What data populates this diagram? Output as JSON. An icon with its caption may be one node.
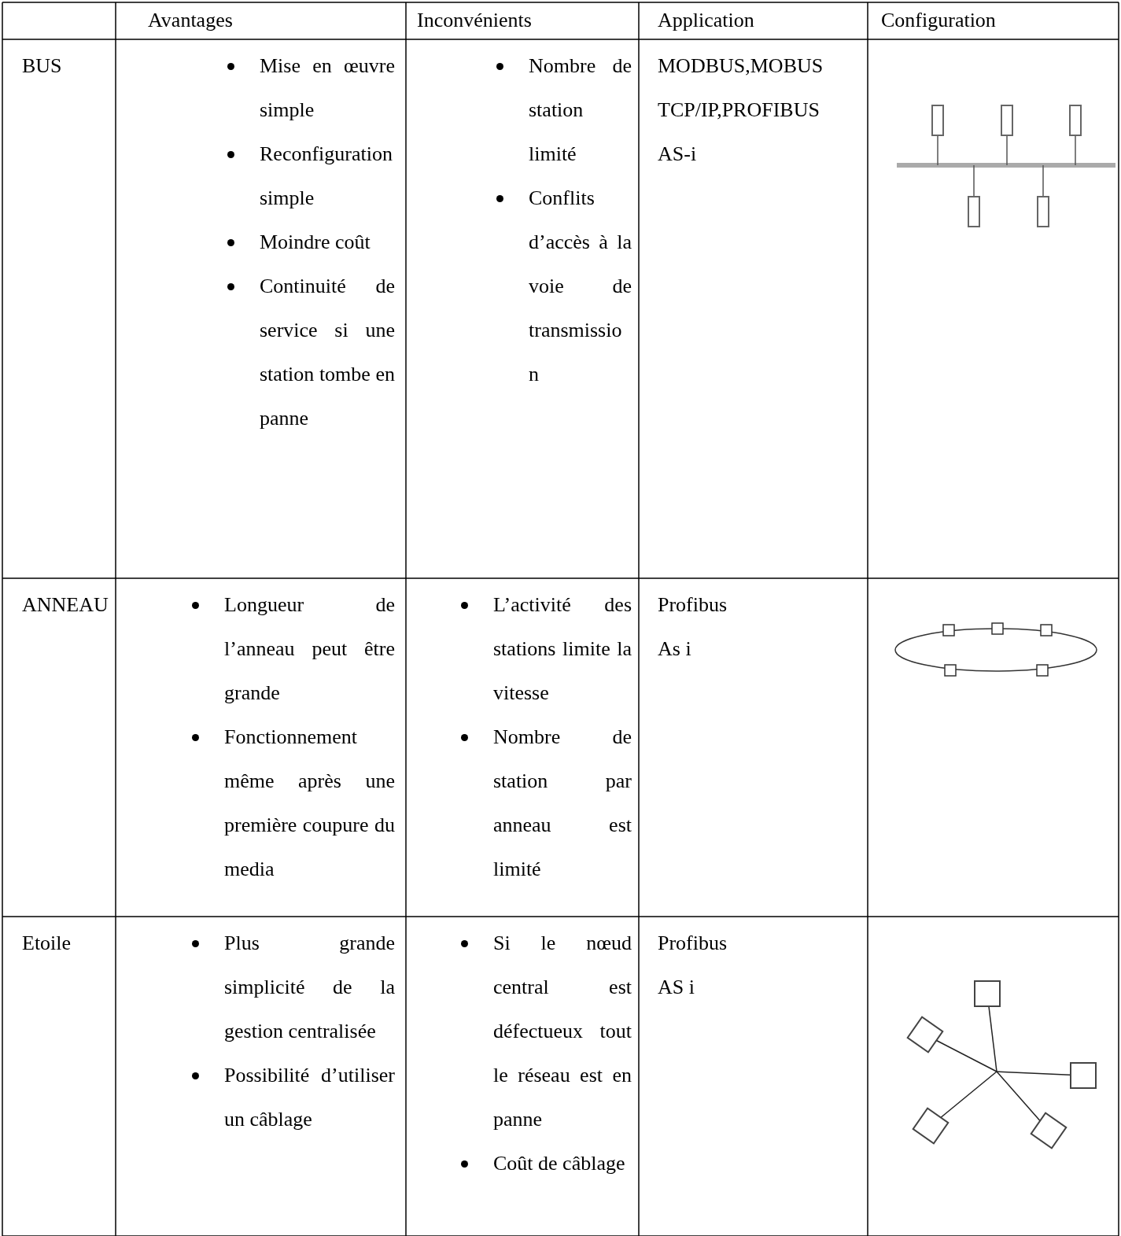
{
  "diagram": {
    "labels": [
      "Avantages",
      "Inconvénients",
      "Application",
      "Configuration",
      "BUS",
      "Mise en œuvre simple",
      "Reconfiguration simple",
      "Moindre coût",
      "Continuité de service si une station tombe en panne",
      "Nombre de station limité",
      "Conflits d’accès à la voie de transmission",
      "MODBUS,MOBUS TCP/IP,PROFIBUS",
      "AS-i",
      "ANNEAU",
      "Longueur de l’anneau peut être grande",
      "Fonctionnement même après une première coupure du media",
      "L’activité des stations limite la vitesse",
      "Nombre de station par anneau est limité",
      "Profibus",
      "As i",
      "Etoile",
      "Plus grande simplicité de la gestion centralisée",
      "Possibilité d’utiliser un câblage",
      "Si le nœud central est défectueux tout le réseau est en panne",
      "Coût de câblage",
      "Profibus",
      "AS i"
    ]
  }
}
